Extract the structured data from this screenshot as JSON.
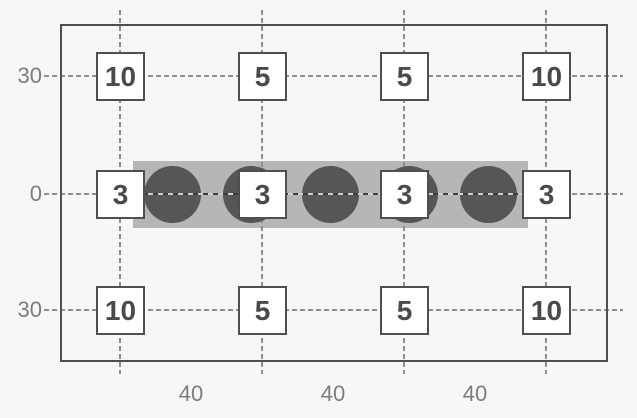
{
  "figure": {
    "type": "structural-grid-diagram",
    "description": "Rectangular frame with dashed gridlines, numbered value squares at grid intersections, and a horizontal gray band with five dark circles along the middle axis"
  },
  "axis": {
    "left_labels": [
      "30",
      "0",
      "30"
    ],
    "bottom_labels": [
      "40",
      "40",
      "40"
    ]
  },
  "grid": {
    "rows": [
      {
        "name": "top",
        "values": [
          "10",
          "5",
          "5",
          "10"
        ]
      },
      {
        "name": "middle",
        "values": [
          "3",
          "3",
          "3",
          "3"
        ]
      },
      {
        "name": "bottom",
        "values": [
          "10",
          "5",
          "5",
          "10"
        ]
      }
    ],
    "column_count": 4,
    "row_count": 3
  },
  "band": {
    "circle_count": 5
  },
  "colors": {
    "background": "#f7f7f7",
    "frame_border": "#4f4f4f",
    "grid_line": "#8f8f8f",
    "bar_fill": "#b6b6b6",
    "circle_fill": "#565656",
    "square_fill": "#ffffff",
    "square_border": "#4f4f4f",
    "square_text": "#4a4a4a",
    "axis_label": "#7d7d7d",
    "centerline_dark": "#3d3d3d",
    "centerline_light": "#cfcfcf"
  }
}
